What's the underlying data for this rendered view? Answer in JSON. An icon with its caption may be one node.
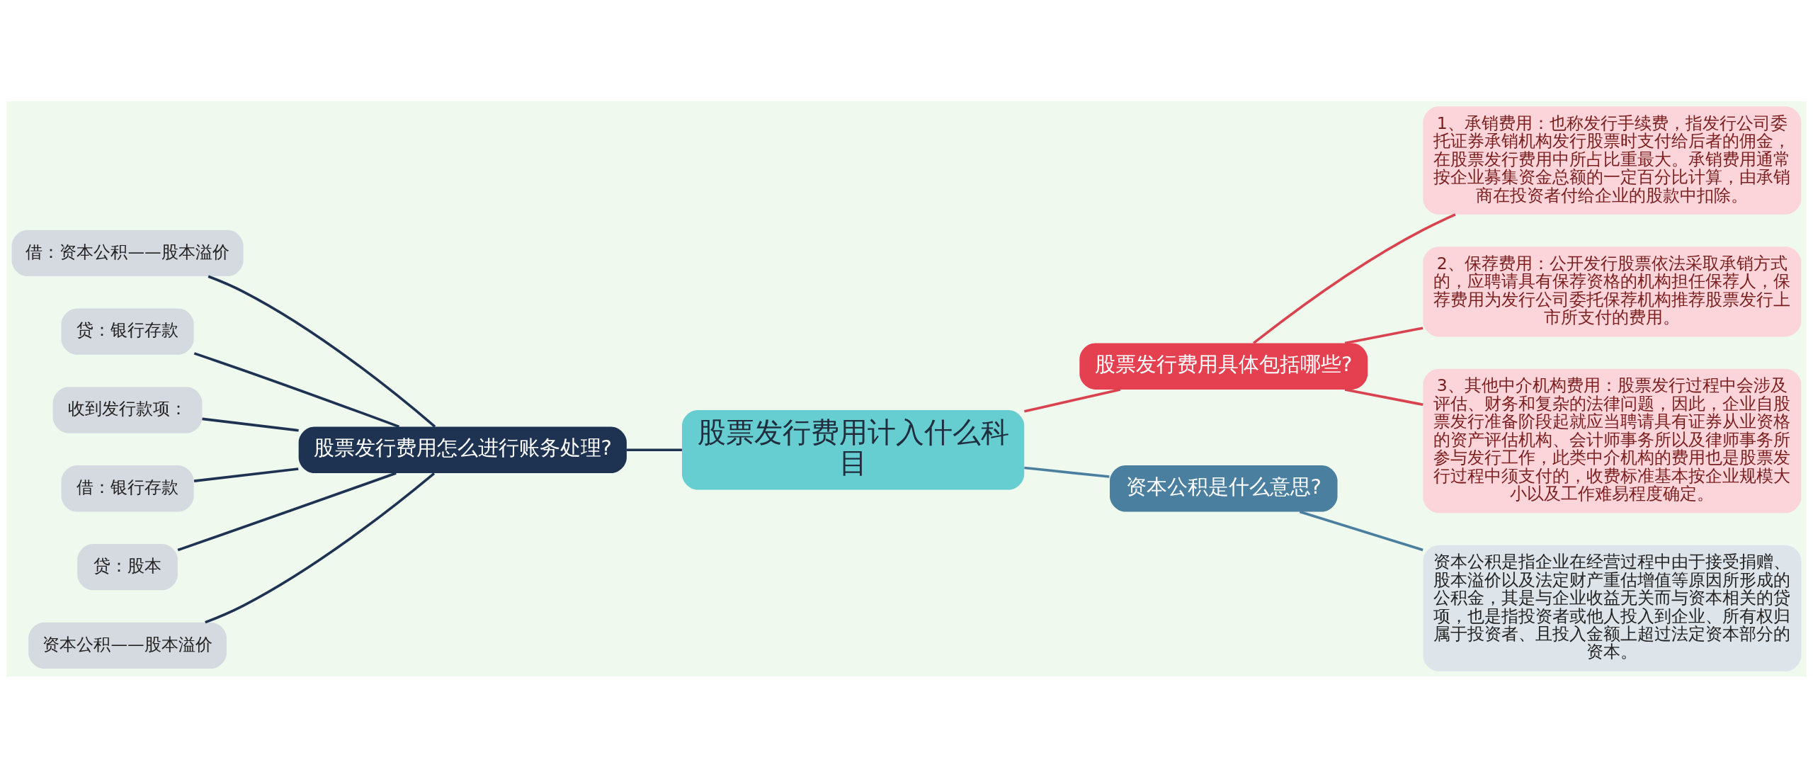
{
  "diagram": {
    "nodes": [
      {
        "text": [
          "股票发行费用计入什么科目"
        ]
      },
      {
        "text": [
          "股票发行费用怎么进行账务处理?"
        ]
      },
      {
        "text": [
          "借：资本公积——股本溢价"
        ]
      },
      {
        "text": [
          "贷：银行存款"
        ]
      },
      {
        "text": [
          "收到发行款项："
        ]
      },
      {
        "text": [
          "借：银行存款"
        ]
      },
      {
        "text": [
          "贷：股本"
        ]
      },
      {
        "text": [
          "资本公积——股本溢价"
        ]
      },
      {
        "text": [
          "股票发行费用具体包括哪些?"
        ]
      },
      {
        "text": [
          "1、承销费用：也称发行手续费，指发行公司委托证券承销机构发行股票时支付给后者的佣金，在股票发行费用中所占比重最大。承销费用通常按企业募集资金总额的一定百分比计算，由承销商在投资者付给企业的股款中扣除。"
        ]
      },
      {
        "text": [
          "2、保荐费用：公开发行股票依法采取承销方式的，应聘请具有保荐资格的机构担任保荐人，保荐费用为发行公司委托保荐机构推荐股票发行上市所支付的费用。"
        ]
      },
      {
        "text": [
          "3、其他中介机构费用：股票发行过程中会涉及评估、财务和复杂的法律问题，因此，企业自股票发行准备阶段起就应当聘请具有证券从业资格的资产评估机构、会计师事务所以及律师事务所参与发行工作，此类中介机构的费用也是股票发行过程中须支付的，收费标准基本按企业规模大小以及工作难易程度确定。"
        ]
      },
      {
        "text": [
          "资本公积是什么意思?"
        ]
      },
      {
        "text": [
          "资本公积是指企业在经营过程中由于接受捐赠、股本溢价以及法定财产重估增值等原因所形成的公积金，其是与企业收益无关而与资本相关的贷项，也是指投资者或他人投入到企业、所有权归属于投资者、且投入金额上超过法定资本部分的资本。"
        ]
      }
    ],
    "edges": [
      {
        "from": 0,
        "to": 1,
        "arrow": "none"
      },
      {
        "from": 1,
        "to": 2,
        "arrow": "none"
      },
      {
        "from": 1,
        "to": 3,
        "arrow": "none"
      },
      {
        "from": 1,
        "to": 4,
        "arrow": "none"
      },
      {
        "from": 1,
        "to": 5,
        "arrow": "none"
      },
      {
        "from": 1,
        "to": 6,
        "arrow": "none"
      },
      {
        "from": 1,
        "to": 7,
        "arrow": "none"
      },
      {
        "from": 0,
        "to": 8,
        "arrow": "none",
        "color": "#d9434f"
      },
      {
        "from": 8,
        "to": 9,
        "arrow": "none",
        "color": "#d9434f"
      },
      {
        "from": 8,
        "to": 10,
        "arrow": "none",
        "color": "#d9434f"
      },
      {
        "from": 8,
        "to": 11,
        "arrow": "none",
        "color": "#d9434f"
      },
      {
        "from": 0,
        "to": 12,
        "arrow": "none",
        "color": "#4a7fa0"
      },
      {
        "from": 12,
        "to": 13,
        "arrow": "none",
        "color": "#4a7fa0"
      }
    ]
  }
}
